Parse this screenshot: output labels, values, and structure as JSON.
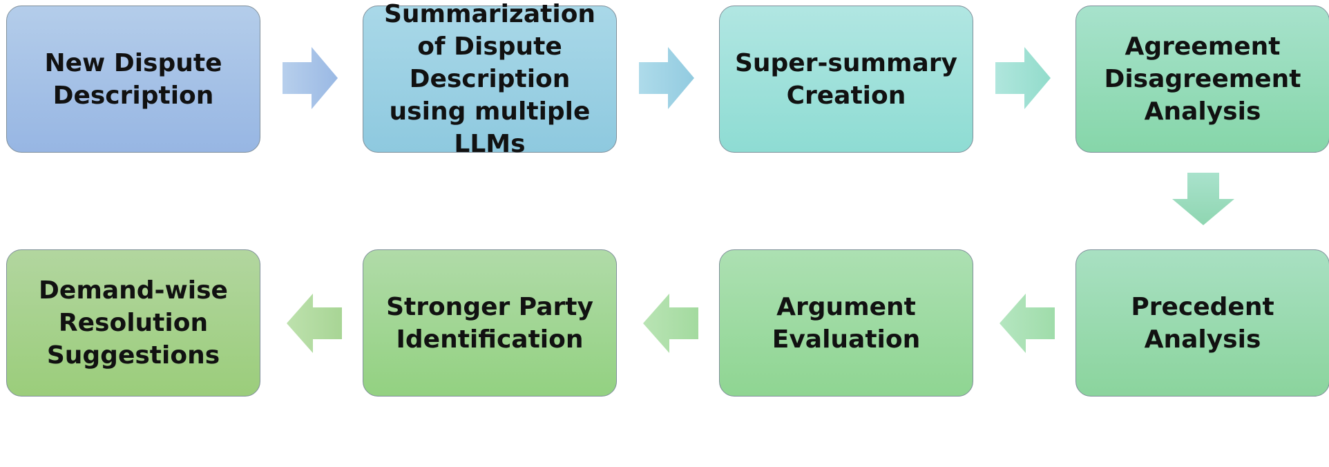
{
  "diagram": {
    "steps": [
      {
        "label": "New Dispute Description"
      },
      {
        "label": "Summarization of Dispute Description using multiple LLMs"
      },
      {
        "label": "Super-summary Creation"
      },
      {
        "label": "Agreement Disagreement Analysis"
      },
      {
        "label": "Precedent Analysis"
      },
      {
        "label": "Argument Evaluation"
      },
      {
        "label": "Stronger Party Identification"
      },
      {
        "label": "Demand-wise Resolution Suggestions"
      }
    ],
    "colors": {
      "step1": "#a5c1e6",
      "step2": "#9bd0e3",
      "step3": "#a0e1db",
      "step4": "#96dcba",
      "step5": "#99dab0",
      "step6": "#9edaa2",
      "step7": "#a2d694",
      "step8": "#a7d18d",
      "border": "#7f8f9a",
      "text": "#111111"
    }
  }
}
